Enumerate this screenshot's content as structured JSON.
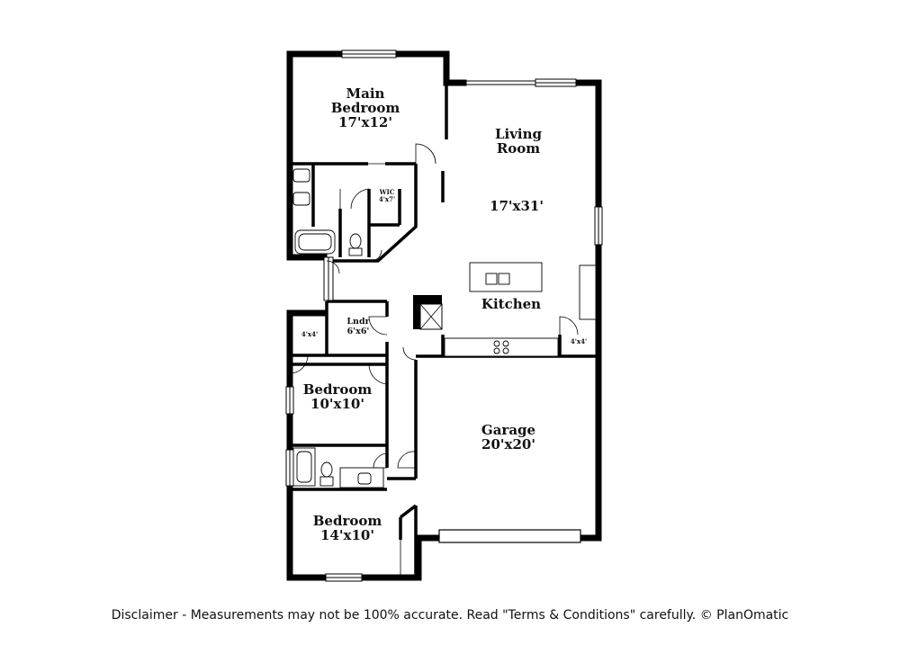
{
  "rooms": {
    "main_bedroom": {
      "name_line1": "Main",
      "name_line2": "Bedroom",
      "size": "17'x12'"
    },
    "wic": {
      "name": "WIC",
      "size": "4'x7'"
    },
    "living_room": {
      "name_line1": "Living",
      "name_line2": "Room",
      "size": "17'x31'"
    },
    "kitchen": {
      "name": "Kitchen"
    },
    "pantry": {
      "size": "4'x4'"
    },
    "closet": {
      "size": "4'x4'"
    },
    "laundry": {
      "name": "Lndr",
      "size": "6'x6'"
    },
    "bedroom_2": {
      "name": "Bedroom",
      "size": "10'x10'"
    },
    "garage": {
      "name": "Garage",
      "size": "20'x20'"
    },
    "bedroom_3": {
      "name": "Bedroom",
      "size": "14'x10'"
    }
  },
  "disclaimer": "Disclaimer - Measurements may not be 100% accurate. Read \"Terms & Conditions\" carefully. © PlanOmatic"
}
